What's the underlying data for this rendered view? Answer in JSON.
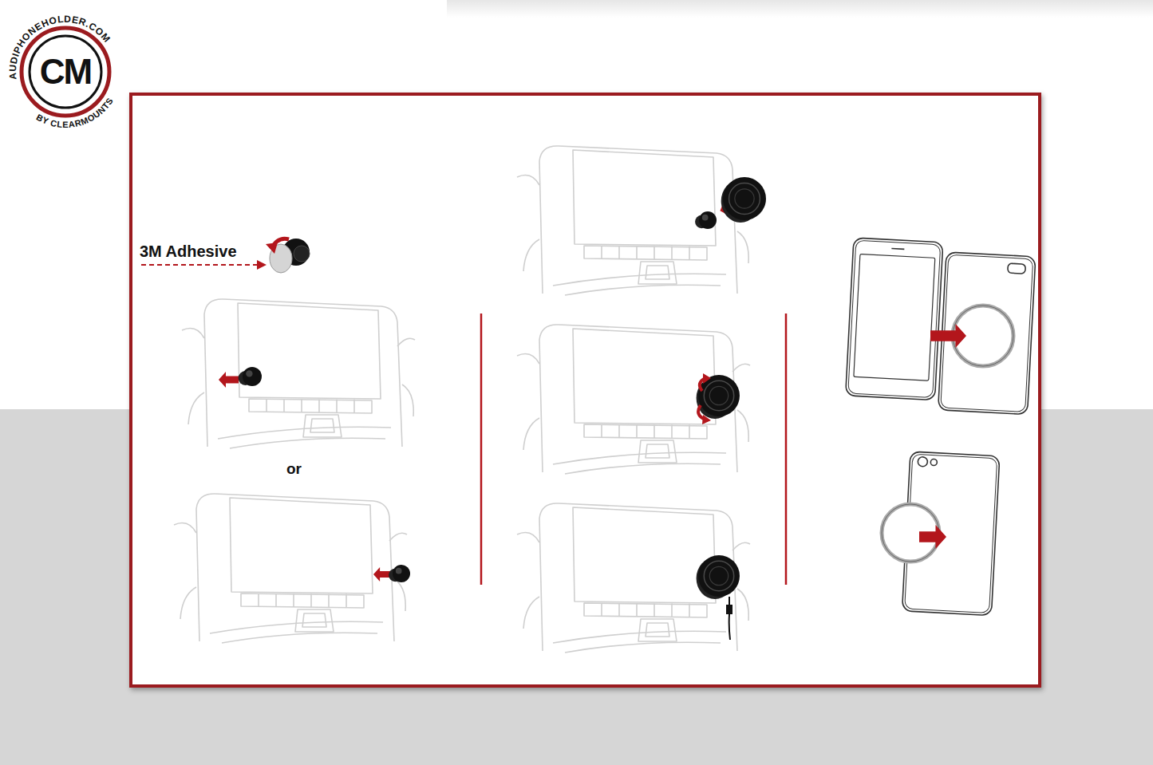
{
  "diagram": {
    "nodes": [
      {
        "text": [
          "AUDIPHONEHOLDER.COM",
          "CM",
          "BY CLEARMOUNTS"
        ]
      }
    ],
    "labels": [
      "3M Adhesive",
      "or"
    ]
  }
}
